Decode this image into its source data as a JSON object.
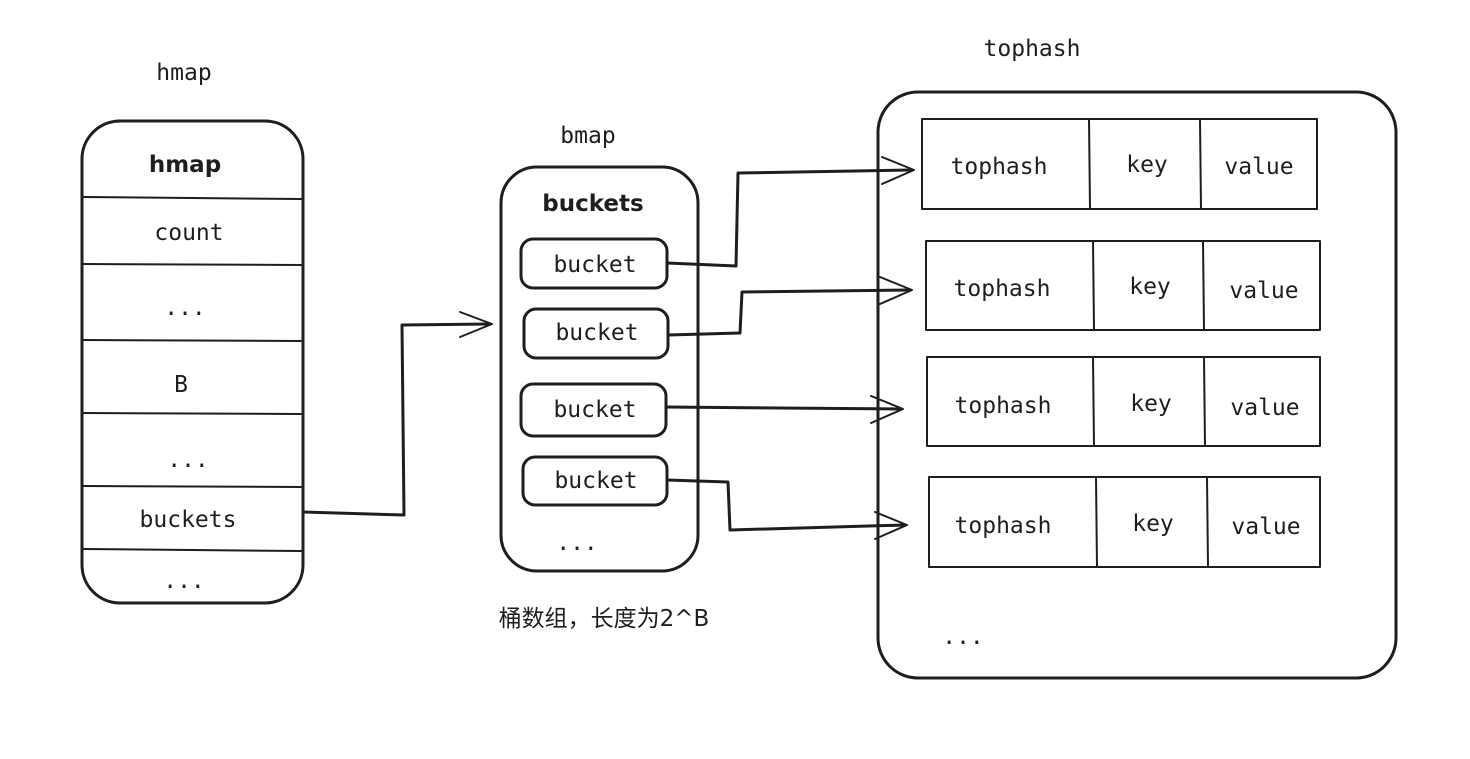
{
  "hmap": {
    "title": "hmap",
    "header": "hmap",
    "fields": [
      "count",
      "...",
      "B",
      "...",
      "buckets",
      "..."
    ]
  },
  "bmap": {
    "title": "bmap",
    "header": "buckets",
    "items": [
      "bucket",
      "bucket",
      "bucket",
      "bucket"
    ],
    "more": "...",
    "caption": "桶数组，长度为2^B"
  },
  "tophash_panel": {
    "title": "tophash",
    "rows": [
      {
        "tophash": "tophash",
        "key": "key",
        "value": "value"
      },
      {
        "tophash": "tophash",
        "key": "key",
        "value": "value"
      },
      {
        "tophash": "tophash",
        "key": "key",
        "value": "value"
      },
      {
        "tophash": "tophash",
        "key": "key",
        "value": "value"
      }
    ],
    "more": "..."
  },
  "colors": {
    "ink": "#1e1e1e",
    "background": "#ffffff"
  }
}
